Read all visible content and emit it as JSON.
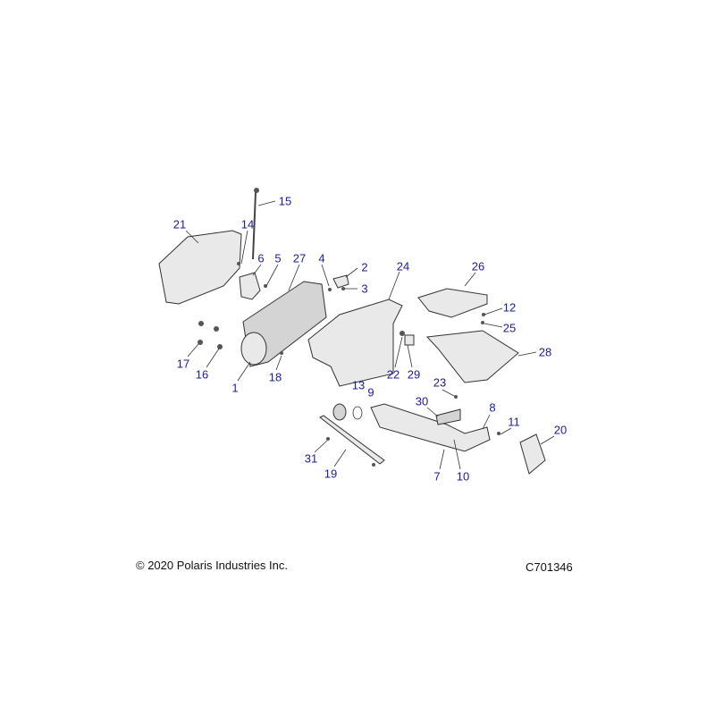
{
  "diagram": {
    "callouts": [
      "15",
      "21",
      "14",
      "6",
      "5",
      "27",
      "4",
      "2",
      "3",
      "24",
      "26",
      "12",
      "25",
      "28",
      "17",
      "16",
      "1",
      "18",
      "22",
      "29",
      "13",
      "9",
      "23",
      "30",
      "8",
      "11",
      "20",
      "31",
      "19",
      "7",
      "10"
    ],
    "copyright": "© 2020 Polaris Industries Inc.",
    "diagram_id": "C701346",
    "label_color": "#1c1c9c"
  }
}
